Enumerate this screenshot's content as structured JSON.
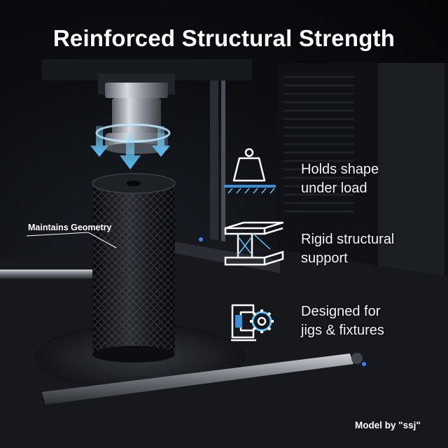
{
  "title": "Reinforced Structural Strength",
  "callout": "Maintains Geometry",
  "features": [
    {
      "icon": "weight-load-icon",
      "label": "Holds shape under load",
      "line1": "Holds shape",
      "line2": "under load"
    },
    {
      "icon": "i-beam-icon",
      "label": "Rigid structural support",
      "line1": "Rigid structural",
      "line2": "support"
    },
    {
      "icon": "clamp-gear-icon",
      "label": "Designed for jigs & fixtures",
      "line1": "Designed for",
      "line2": "jigs & fixtures"
    }
  ],
  "credit": "Model by \"ssj\"",
  "colors": {
    "accent": "#5ec4ff",
    "icon_line": "#ffffff",
    "icon_fill": "#3a8fd8"
  }
}
